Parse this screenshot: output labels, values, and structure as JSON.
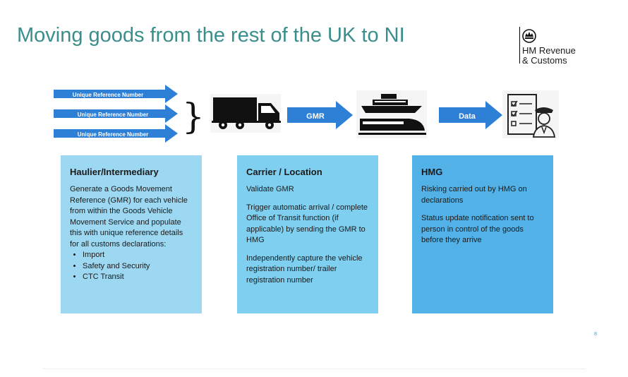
{
  "title": "Moving goods from the rest of the UK to NI",
  "logo": {
    "line1": "HM Revenue",
    "line2": "& Customs"
  },
  "flow": {
    "urn_labels": [
      "Unique Reference Number",
      "Unique Reference Number",
      "Unique Reference Number"
    ],
    "brace": "}",
    "gmr_label": "GMR",
    "data_label": "Data"
  },
  "boxes": [
    {
      "heading": "Haulier/Intermediary",
      "paragraphs": [
        "Generate a Goods Movement Reference (GMR) for each vehicle from within the Goods Vehicle Movement Service and populate this with unique reference details for all customs declarations:"
      ],
      "bullets": [
        "Import",
        "Safety and Security",
        "CTC Transit"
      ]
    },
    {
      "heading": "Carrier / Location",
      "paragraphs": [
        "Validate GMR",
        "Trigger automatic arrival / complete Office of Transit function (if applicable) by sending the GMR to HMG",
        "Independently capture the vehicle registration number/ trailer registration number"
      ]
    },
    {
      "heading": "HMG",
      "paragraphs": [
        "Risking carried out by HMG on declarations",
        "Status update notification sent to person in control of the goods before they arrive"
      ]
    }
  ],
  "page_number": "8",
  "colors": {
    "title": "#3a8f8c",
    "arrow": "#2e7fd6",
    "box1": "#9dd8f3",
    "box2": "#7ecff0",
    "box3": "#52b2e7"
  }
}
